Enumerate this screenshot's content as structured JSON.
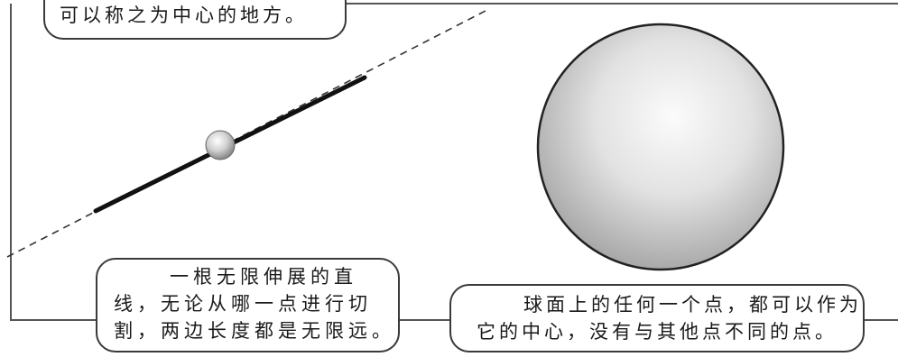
{
  "captions": {
    "top": [
      "可以称之为中心的地方。"
    ],
    "left": [
      "一根无限伸展的直",
      "线，无论从哪一点进行切",
      "割，两边长度都是无限远。"
    ],
    "right": [
      "球面上的任何一个点，都可以作为",
      "它的中心，没有与其他点不同的点。"
    ]
  },
  "colors": {
    "frame": "#555555",
    "line": "#111111",
    "sphere_light": "#ffffff",
    "sphere_dark": "#9a9a9a"
  }
}
